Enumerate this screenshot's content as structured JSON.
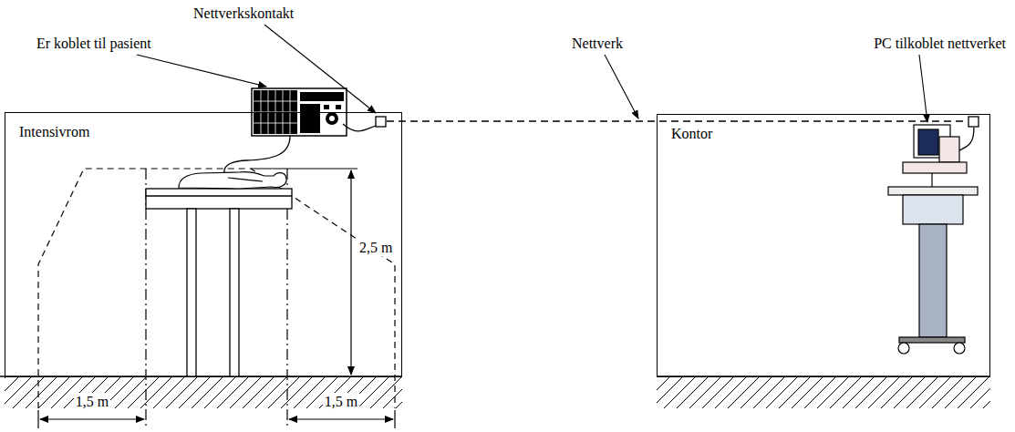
{
  "diagram": {
    "nodes": [
      {
        "text": [
          "Intensivrom"
        ]
      },
      {
        "text": [
          "Kontor"
        ]
      }
    ],
    "labels": [
      "Nettverkskontakt",
      "Er koblet til pasient",
      "Nettverk",
      "PC tilkoblet nettverket",
      "2,5 m",
      "1,5 m",
      "1,5 m"
    ]
  }
}
